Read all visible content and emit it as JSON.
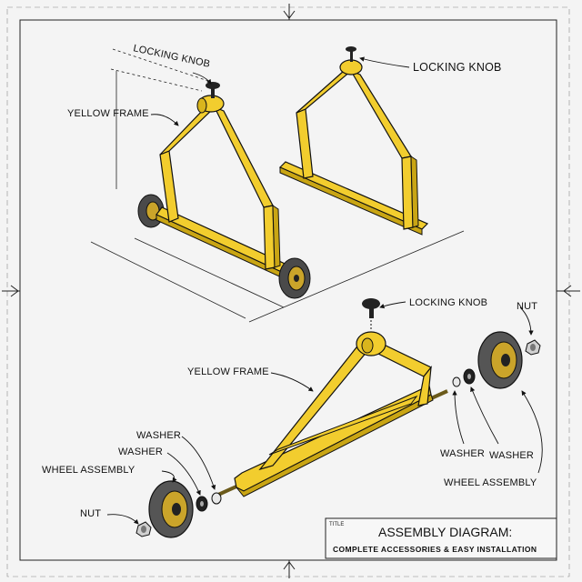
{
  "top_left": {
    "locking_knob": "LOCKING KNOB",
    "yellow_frame": "YELLOW FRAME"
  },
  "top_right": {
    "locking_knob": "LOCKING KNOB"
  },
  "bottom": {
    "locking_knob": "LOCKING KNOB",
    "yellow_frame": "YELLOW FRAME",
    "nut_right": "NUT",
    "washer_right_1": "WASHER",
    "washer_right_2": "WASHER",
    "wheel_assembly_right": "WHEEL ASSEMBLY",
    "washer_left_1": "WASHER",
    "washer_left_2": "WASHER",
    "wheel_assembly_left": "WHEEL ASSEMBLY",
    "nut_left": "NUT"
  },
  "title_block": {
    "small_label": "TITLE",
    "title": "ASSEMBLY DIAGRAM:",
    "subtitle": "COMPLETE ACCESSORIES & EASY INSTALLATION"
  },
  "colors": {
    "frame_yellow": "#f2cd2e",
    "frame_shadow": "#c9a514",
    "tire": "#555555",
    "ink": "#111111"
  }
}
